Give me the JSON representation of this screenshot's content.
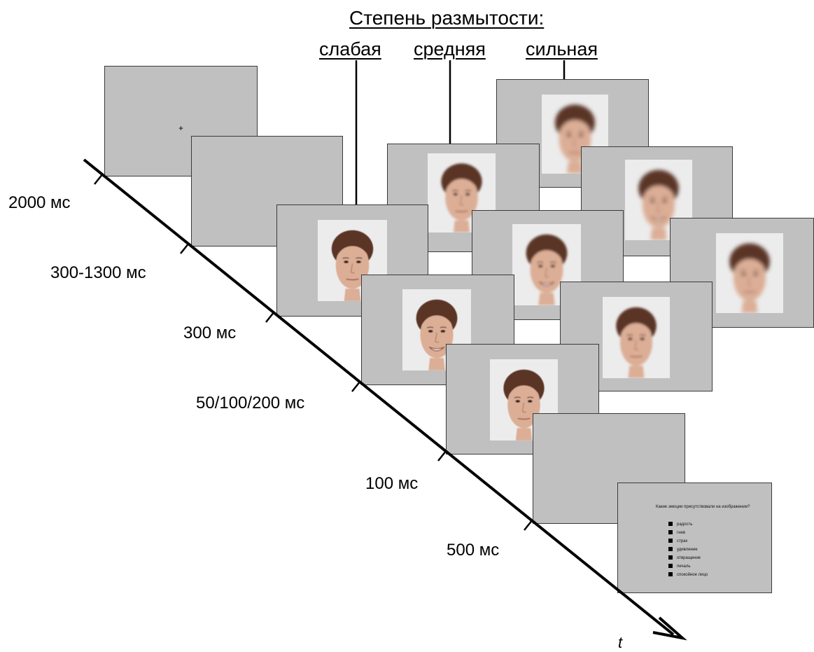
{
  "header": {
    "title": "Степень размытости:",
    "levels": [
      "слабая",
      "средняя",
      "сильная"
    ]
  },
  "fixation": "+",
  "timeline": {
    "axis_label": "t",
    "durations": [
      "2000 мс",
      "300-1300 мс",
      "300 мс",
      "50/100/200 мс",
      "100 мс",
      "500 мс"
    ]
  },
  "question": {
    "text": "Какие эмоции присутствовали на изображении?",
    "options": [
      "радость",
      "гнев",
      "страх",
      "удивление",
      "отвращение",
      "печаль",
      "спокойное лицо"
    ]
  },
  "colors": {
    "screen": "#c0c0c0",
    "screen_border": "#3a3a3a",
    "photo_background": "#ececec",
    "skin": "#dcae96",
    "hair": "#5a3426",
    "axis": "#000000"
  },
  "faces": [
    {
      "blur_level": "слабая",
      "expression": "neutral"
    },
    {
      "blur_level": "слабая",
      "expression": "smile"
    },
    {
      "blur_level": "слабая",
      "expression": "neutral"
    },
    {
      "blur_level": "средняя",
      "expression": "neutral"
    },
    {
      "blur_level": "средняя",
      "expression": "smile"
    },
    {
      "blur_level": "средняя",
      "expression": "neutral"
    },
    {
      "blur_level": "сильная",
      "expression": "neutral"
    },
    {
      "blur_level": "сильная",
      "expression": "smile"
    },
    {
      "blur_level": "сильная",
      "expression": "neutral"
    }
  ]
}
